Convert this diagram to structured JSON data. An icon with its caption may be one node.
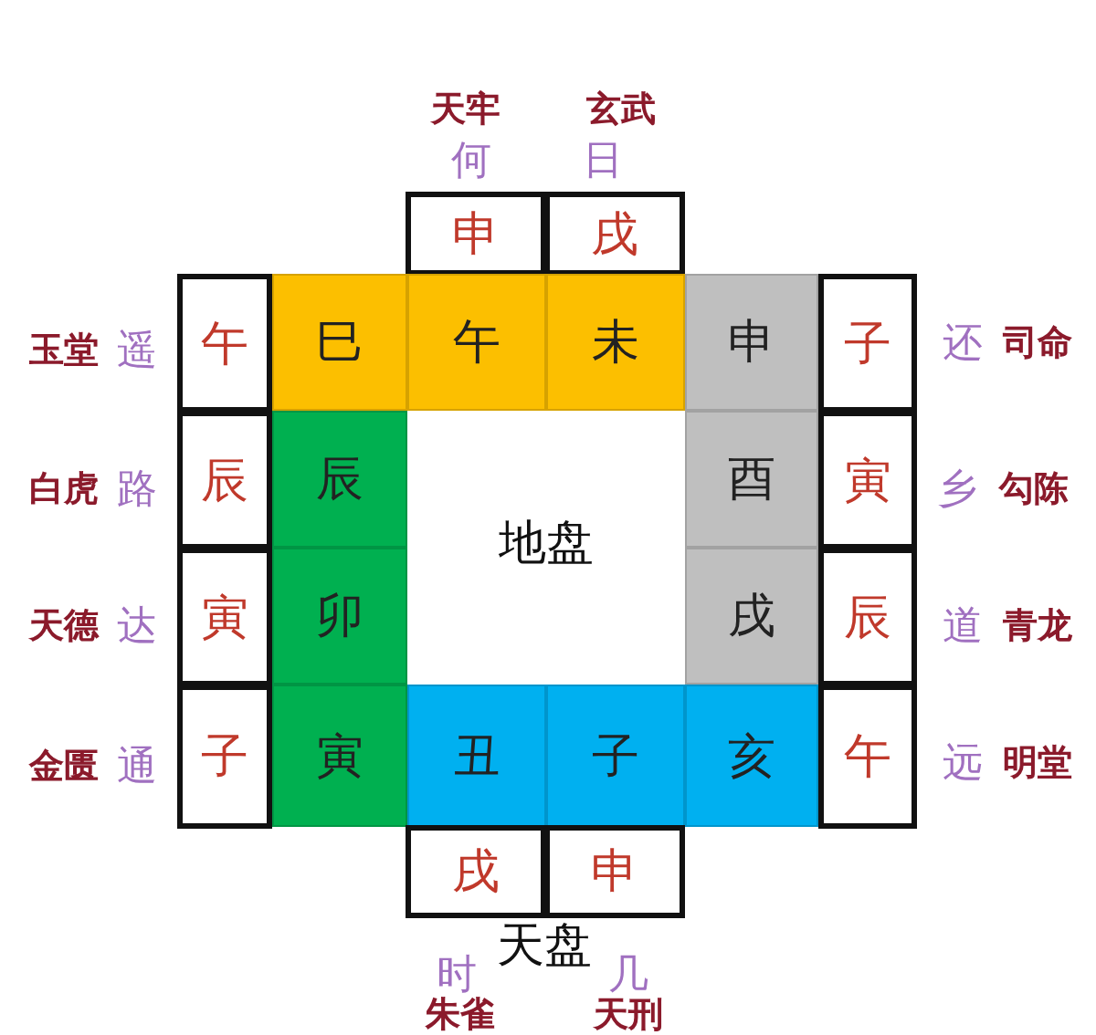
{
  "diagram": {
    "nodes": [
      {
        "text": [
          "申"
        ]
      },
      {
        "text": [
          "戌"
        ]
      },
      {
        "text": [
          "午"
        ]
      },
      {
        "text": [
          "巳"
        ]
      },
      {
        "text": [
          "午"
        ]
      },
      {
        "text": [
          "未"
        ]
      },
      {
        "text": [
          "申"
        ]
      },
      {
        "text": [
          "子"
        ]
      },
      {
        "text": [
          "辰"
        ]
      },
      {
        "text": [
          "辰"
        ]
      },
      {
        "text": [
          "地盘"
        ]
      },
      {
        "text": [
          "酉"
        ]
      },
      {
        "text": [
          "寅"
        ]
      },
      {
        "text": [
          "寅"
        ]
      },
      {
        "text": [
          "卯"
        ]
      },
      {
        "text": [
          "戌"
        ]
      },
      {
        "text": [
          "辰"
        ]
      },
      {
        "text": [
          "子"
        ]
      },
      {
        "text": [
          "寅"
        ]
      },
      {
        "text": [
          "丑"
        ]
      },
      {
        "text": [
          "子"
        ]
      },
      {
        "text": [
          "亥"
        ]
      },
      {
        "text": [
          "午"
        ]
      },
      {
        "text": [
          "戌"
        ]
      },
      {
        "text": [
          "申"
        ]
      }
    ],
    "labels": [
      "天牢",
      "玄武",
      "何",
      "日",
      "玉堂",
      "遥",
      "还",
      "司命",
      "白虎",
      "路",
      "乡",
      "勾陈",
      "天德",
      "达",
      "道",
      "青龙",
      "金匮",
      "通",
      "远",
      "明堂",
      "天盘",
      "时",
      "几",
      "朱雀",
      "天刑"
    ]
  }
}
